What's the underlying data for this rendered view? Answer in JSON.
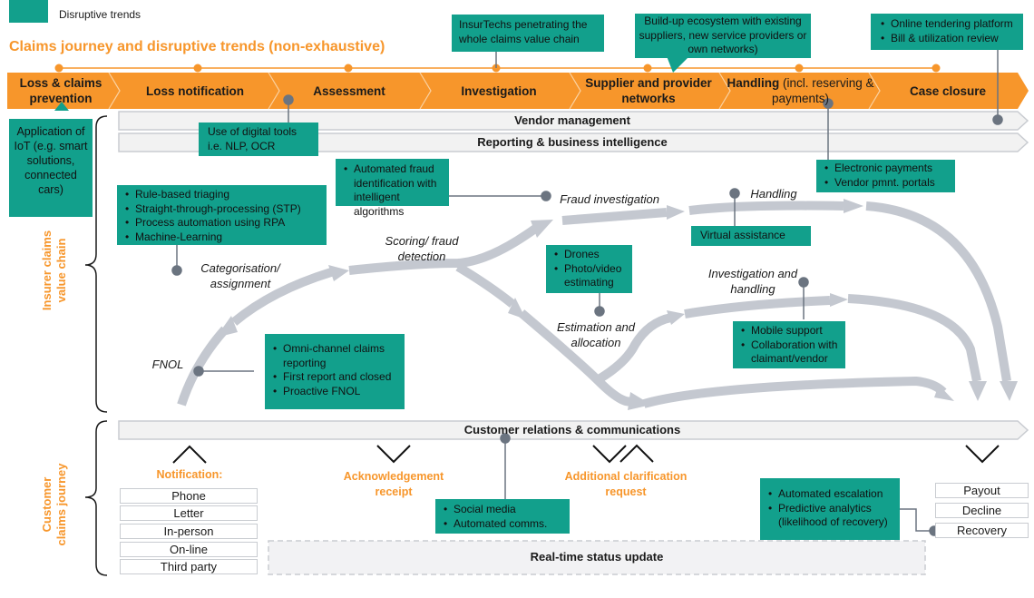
{
  "legend": {
    "label": "Disruptive trends",
    "color": "#12a08c"
  },
  "title": "Claims journey and disruptive trends (non-exhaustive)",
  "colors": {
    "accent": "#f7962b",
    "teal": "#12a08c",
    "flow": "#c4c8d0",
    "connector": "#6b7480"
  },
  "stages": [
    {
      "label": "Loss & claims prevention"
    },
    {
      "label": "Loss notification"
    },
    {
      "label": "Assessment"
    },
    {
      "label": "Investigation"
    },
    {
      "label": "Supplier and provider networks"
    },
    {
      "label_bold": "Handling",
      "label_rest": " (incl. reserving & payments)"
    },
    {
      "label": "Case closure"
    }
  ],
  "bars": {
    "vendor": "Vendor management",
    "reporting": "Reporting & business intelligence",
    "customer_relations": "Customer relations & communications",
    "realtime": "Real-time status update"
  },
  "side_labels": {
    "insurer": "Insurer claims value chain",
    "customer": "Customer claims journey"
  },
  "trends": {
    "insurtechs": "InsurTechs penetrating the whole claims value chain",
    "ecosystem": "Build-up ecosystem with existing suppliers, new service providers or own networks)",
    "tendering": [
      "Online tendering platform",
      "Bill & utilization review"
    ],
    "iot": "Application of IoT (e.g. smart solutions, connected cars)",
    "digital_tools": "Use of digital tools i.e. NLP, OCR",
    "fraud_auto": [
      "Automated fraud identification with intelligent algorithms"
    ],
    "payments": [
      "Electronic payments",
      "Vendor pmnt. portals"
    ],
    "triaging": [
      "Rule-based triaging",
      "Straight-through-processing (STP)",
      "Process automation using RPA",
      "Machine-Learning"
    ],
    "virtual": "Virtual assistance",
    "drones": [
      "Drones",
      "Photo/video estimating"
    ],
    "mobile": [
      "Mobile support",
      "Collaboration with claimant/vendor"
    ],
    "omni": [
      "Omni-channel claims reporting",
      "First report and closed",
      "Proactive FNOL"
    ],
    "social": [
      "Social media",
      "Automated comms."
    ],
    "escalation": [
      "Automated escalation",
      "Predictive analytics (likelihood of recovery)"
    ]
  },
  "flow_labels": {
    "fnol": "FNOL",
    "categorisation": "Categorisation/ assignment",
    "scoring": "Scoring/ fraud detection",
    "fraud_investigation": "Fraud investigation",
    "handling": "Handling",
    "estimation": "Estimation and allocation",
    "investigation_handling": "Investigation and handling"
  },
  "journey": {
    "notification": "Notification:",
    "acknowledgement": "Acknowledgement receipt",
    "clarification": "Additional clarification request",
    "notification_options": [
      "Phone",
      "Letter",
      "In-person",
      "On-line",
      "Third party"
    ],
    "outcome_options": [
      "Payout",
      "Decline",
      "Recovery"
    ]
  }
}
